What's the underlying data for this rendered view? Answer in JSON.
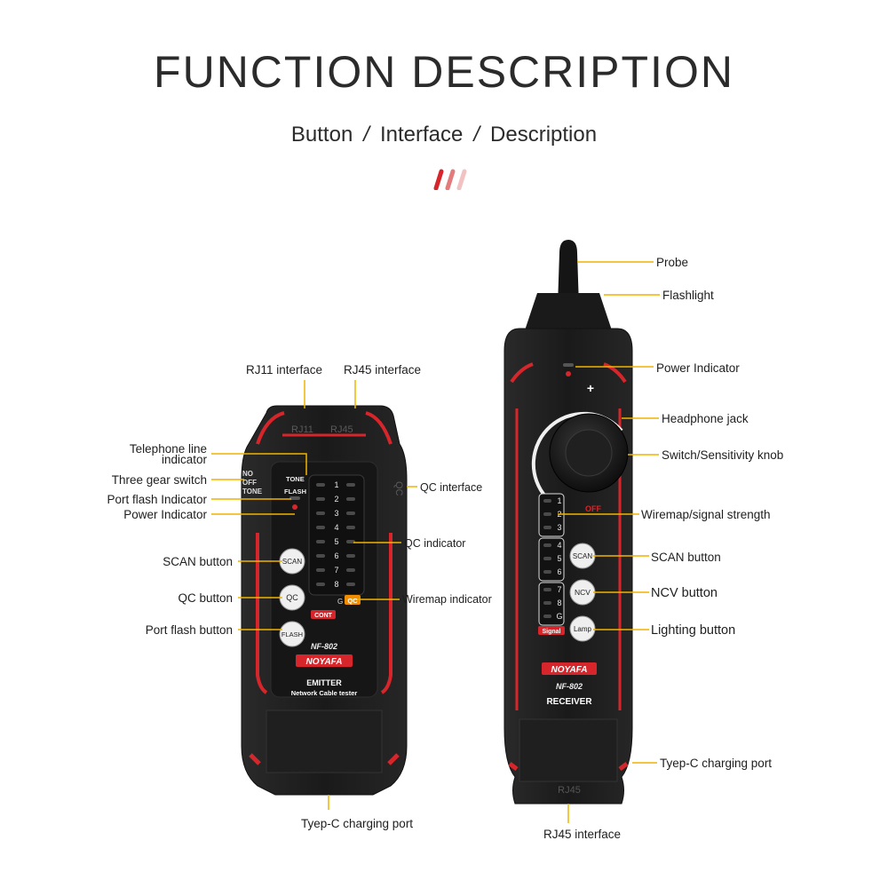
{
  "header": {
    "title": "FUNCTION DESCRIPTION",
    "sub_button": "Button",
    "sub_sep": "/",
    "sub_interface": "Interface",
    "sub_description": "Description"
  },
  "colors": {
    "accent_red": "#d7262b",
    "callout_yellow": "#f0b400",
    "device_body": "#1c1c1c"
  },
  "emitter": {
    "labels": {
      "rj11": "RJ11 interface",
      "rj45": "RJ45 interface",
      "telephone_line": "Telephone line",
      "telephone_line_2": "indicator",
      "three_gear": "Three gear switch",
      "port_flash_indicator": "Port flash Indicator",
      "power_indicator": "Power Indicator",
      "scan_button": "SCAN button",
      "qc_button": "QC button",
      "port_flash_button": "Port flash button",
      "qc_interface": "QC interface",
      "qc_indicator": "QC indicator",
      "wiremap_indicator": "Wiremap indicator",
      "typec": "Tyep-C charging port"
    },
    "device_text": {
      "rj11": "RJ11",
      "rj45": "RJ45",
      "no": "NO",
      "off": "OFF",
      "tone_sw": "TONE",
      "tone": "TONE",
      "flash": "FLASH",
      "qc_side": "QC",
      "scan": "SCAN",
      "qc": "QC",
      "flash_btn": "FLASH",
      "g": "G",
      "cont": "CONT",
      "qc_tag": "QC",
      "model": "NF-802",
      "brand": "NOYAFA",
      "emitter": "EMITTER",
      "tagline": "Network Cable tester",
      "leds": [
        "1",
        "2",
        "3",
        "4",
        "5",
        "6",
        "7",
        "8"
      ]
    }
  },
  "receiver": {
    "labels": {
      "probe": "Probe",
      "flashlight": "Flashlight",
      "power_indicator": "Power Indicator",
      "headphone": "Headphone jack",
      "knob": "Switch/Sensitivity knob",
      "wiremap": "Wiremap/signal strength",
      "scan_button": "SCAN button",
      "ncv_button": "NCV button",
      "lighting_button": "Lighting button",
      "typec": "Tyep-C charging port",
      "rj45": "RJ45 interface"
    },
    "device_text": {
      "plus": "+",
      "off": "OFF",
      "scan": "SCAN",
      "ncv": "NCV",
      "lamp": "Lamp",
      "signal": "Signal",
      "brand": "NOYAFA",
      "model": "NF-802",
      "receiver": "RECEIVER",
      "rj45": "RJ45",
      "leds": [
        "1",
        "2",
        "3",
        "4",
        "5",
        "6",
        "7",
        "8",
        "G"
      ]
    }
  }
}
